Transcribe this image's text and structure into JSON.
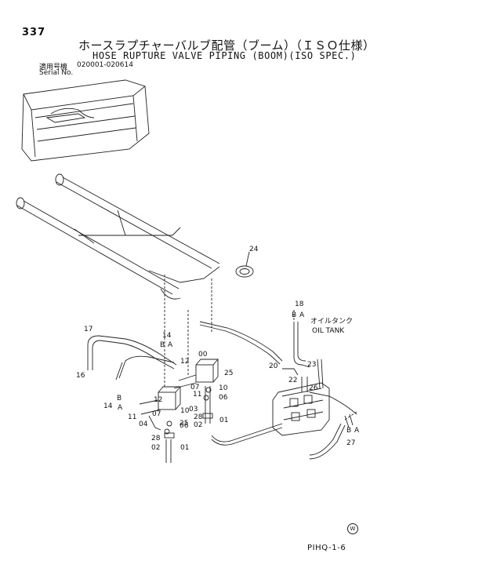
{
  "header": {
    "page_number": "337",
    "title_ja": "ホースラプチャーバルブ配管（ブーム）（ＩＳＯ仕様）",
    "title_en": "HOSE RUPTURE VALVE PIPING (BOOM)(ISO SPEC.)",
    "serial_label_ja": "適用号機",
    "serial_label_en": "Serial No.",
    "serial_range": "020001-020614"
  },
  "diagram": {
    "oil_tank_ja": "オイルタンク",
    "oil_tank_en": "OIL TANK",
    "part_labels": [
      "24",
      "18",
      "B",
      "A",
      "17",
      "14",
      "B",
      "A",
      "00",
      "12",
      "25",
      "07",
      "11",
      "10",
      "06",
      "01",
      "02",
      "28",
      "03",
      "23",
      "20",
      "22",
      "26",
      "16",
      "14",
      "B",
      "A",
      "11",
      "04",
      "07",
      "10",
      "25",
      "06",
      "28",
      "02",
      "01",
      "B",
      "A",
      "27",
      "12"
    ]
  },
  "footer": {
    "code": "PIHQ-1-6",
    "mark": "W"
  }
}
